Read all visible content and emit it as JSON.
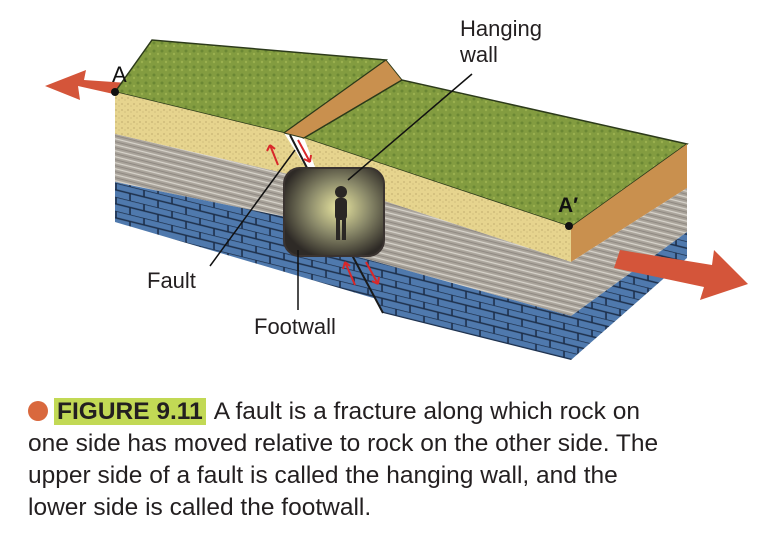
{
  "diagram": {
    "labels": {
      "hanging_wall_line1": "Hanging",
      "hanging_wall_line2": "wall",
      "fault": "Fault",
      "footwall": "Footwall",
      "point_a": "A",
      "point_a_prime": "A′"
    },
    "colors": {
      "grass": "#7f9a3c",
      "sand": "#e6d48e",
      "scarp": "#c9904e",
      "shale": "#a9a39a",
      "limestone": "#4f79ad",
      "arrow": "#d4553a"
    }
  },
  "caption": {
    "bullet_color": "#d9683d",
    "highlight_color": "#c2d955",
    "figure_label": "FIGURE 9.11",
    "line1": "A fault is a fracture along which rock on",
    "line2": "one side has moved relative to rock on the other side. The",
    "line3": "upper side of a fault is called the hanging wall, and the",
    "line4": "lower side is called the footwall."
  }
}
